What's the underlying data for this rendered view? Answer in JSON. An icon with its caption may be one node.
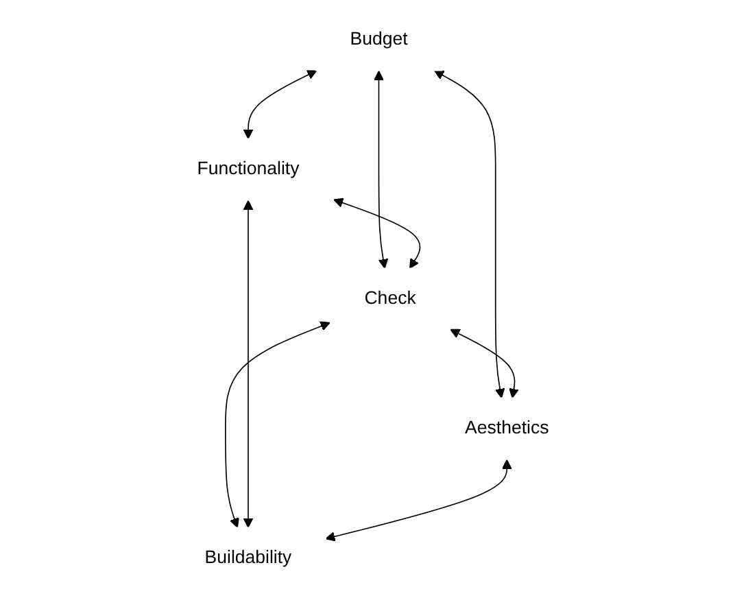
{
  "diagram": {
    "nodes": [
      {
        "text": [
          "Budget"
        ]
      },
      {
        "text": [
          "Functionality"
        ]
      },
      {
        "text": [
          "Check"
        ]
      },
      {
        "text": [
          "Aesthetics"
        ]
      },
      {
        "text": [
          "Buildability"
        ]
      }
    ],
    "edges": [
      {
        "from": 0,
        "to": 1,
        "arrow": "both"
      },
      {
        "from": 0,
        "to": 3,
        "arrow": "both"
      },
      {
        "from": 0,
        "to": 2,
        "arrow": "both"
      },
      {
        "from": 1,
        "to": 2,
        "arrow": "both"
      },
      {
        "from": 2,
        "to": 3,
        "arrow": "both"
      },
      {
        "from": 2,
        "to": 4,
        "arrow": "both"
      },
      {
        "from": 1,
        "to": 4,
        "arrow": "both"
      },
      {
        "from": 3,
        "to": 4,
        "arrow": "both"
      }
    ]
  }
}
